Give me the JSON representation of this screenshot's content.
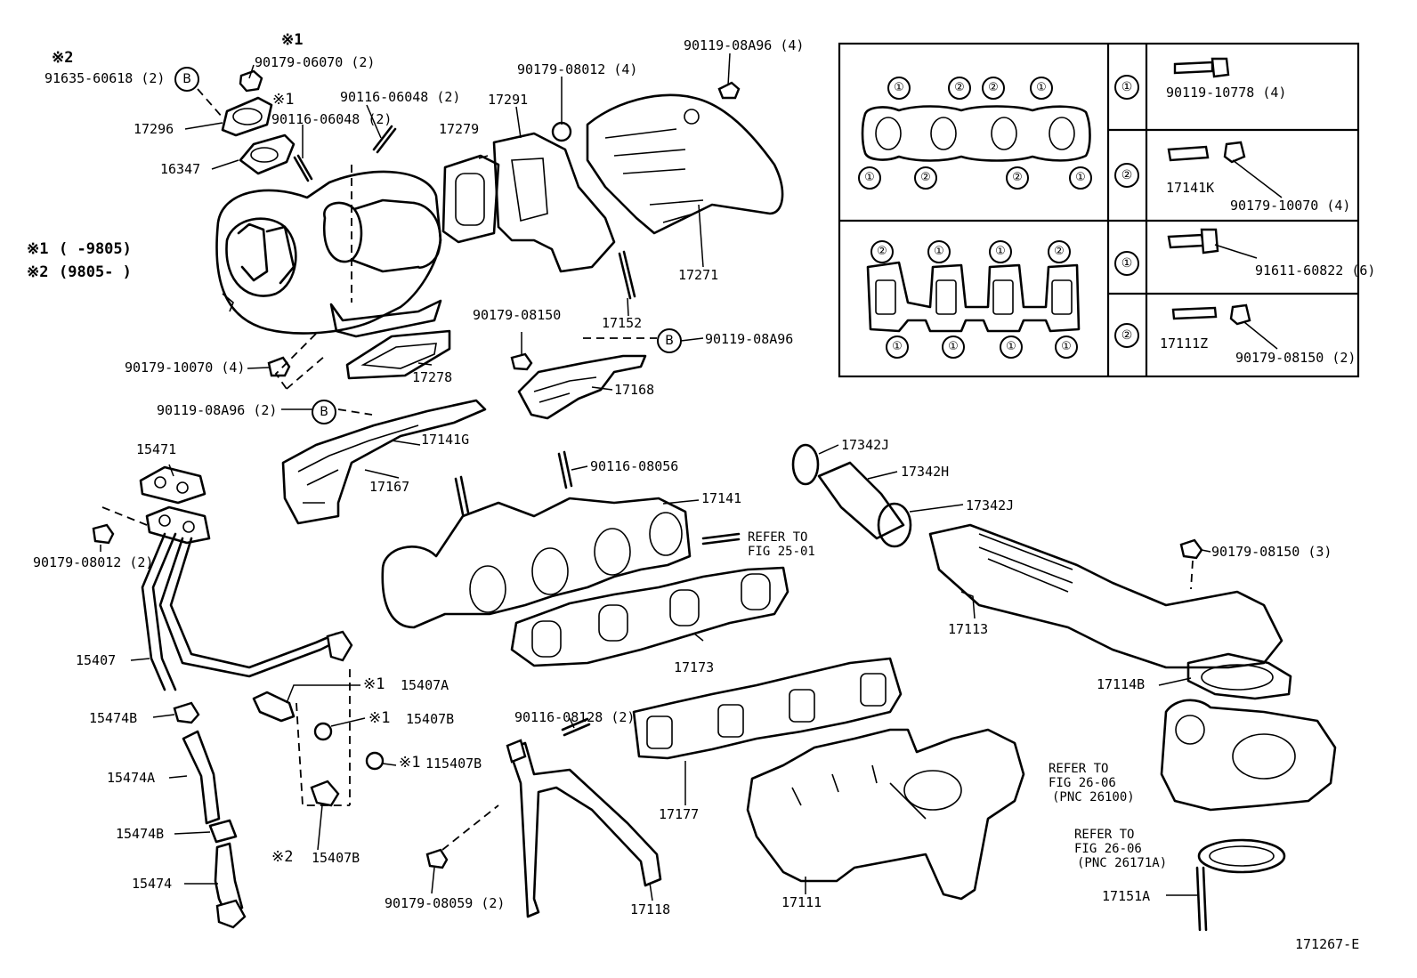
{
  "drawing_id": "171267-E",
  "footnotes": {
    "mark1": "※1",
    "mark2": "※2",
    "legend1_mark": "※1",
    "legend1_range": "(     -9805)",
    "legend2_mark": "※2",
    "legend2_range": "(9805-     )"
  },
  "callout_letter": "B",
  "labels": {
    "p91635": "91635-60618 (2)",
    "p90179_06070": "90179-06070 (2)",
    "p90116_06048a": "90116-06048 (2)",
    "p90116_06048b": "90116-06048 (2)",
    "p17296": "17296",
    "p16347": "16347",
    "p17279": "17279",
    "p17291": "17291",
    "p90179_08012a": "90179-08012 (4)",
    "p90119_08A96a": "90119-08A96 (4)",
    "p17271": "17271",
    "p17152": "17152",
    "p90179_08150a": "90179-08150",
    "p90119_08A96b": "90119-08A96",
    "p90179_10070a": "90179-10070 (4)",
    "p17278": "17278",
    "p17168": "17168",
    "p90119_08A96c": "90119-08A96 (2)",
    "p17141G": "17141G",
    "p17167": "17167",
    "p15471": "15471",
    "p90116_08056": "90116-08056",
    "p17141": "17141",
    "p90179_08012b": "90179-08012 (2)",
    "refer2501a": "REFER TO",
    "refer2501b": "FIG 25-01",
    "p17173": "17173",
    "p15407": "15407",
    "p15407A": "15407A",
    "p15407B_1": "15407B",
    "p15407B_2": "115407B",
    "p15407B_3": "15407B",
    "p15474B_a": "15474B",
    "p15474A": "15474A",
    "p15474B_b": "15474B",
    "p15474": "15474",
    "p90116_08128": "90116-08128 (2)",
    "p90179_08059": "90179-08059 (2)",
    "p17118": "17118",
    "p17177": "17177",
    "p17111": "17111",
    "p17342J_a": "17342J",
    "p17342H": "17342H",
    "p17342J_b": "17342J",
    "p17113": "17113",
    "p90179_08150b": "90179-08150 (3)",
    "p17114B": "17114B",
    "refer2606a1": "REFER TO",
    "refer2606a2": "FIG 26-06",
    "refer2606a3": "(PNC 26100)",
    "refer2606b1": "REFER TO",
    "refer2606b2": "FIG 26-06",
    "refer2606b3": "(PNC 26171A)",
    "p17151A": "17151A"
  },
  "table": {
    "row1_num": "①",
    "row1_part": "90119-10778 (4)",
    "row2_num": "②",
    "row2_part_a": "17141K",
    "row2_part_b": "90179-10070 (4)",
    "row3_num": "①",
    "row3_part": "91611-60822 (6)",
    "row4_num": "②",
    "row4_part_a": "17111Z",
    "row4_part_b": "90179-08150 (2)",
    "one": "①",
    "two": "②"
  }
}
